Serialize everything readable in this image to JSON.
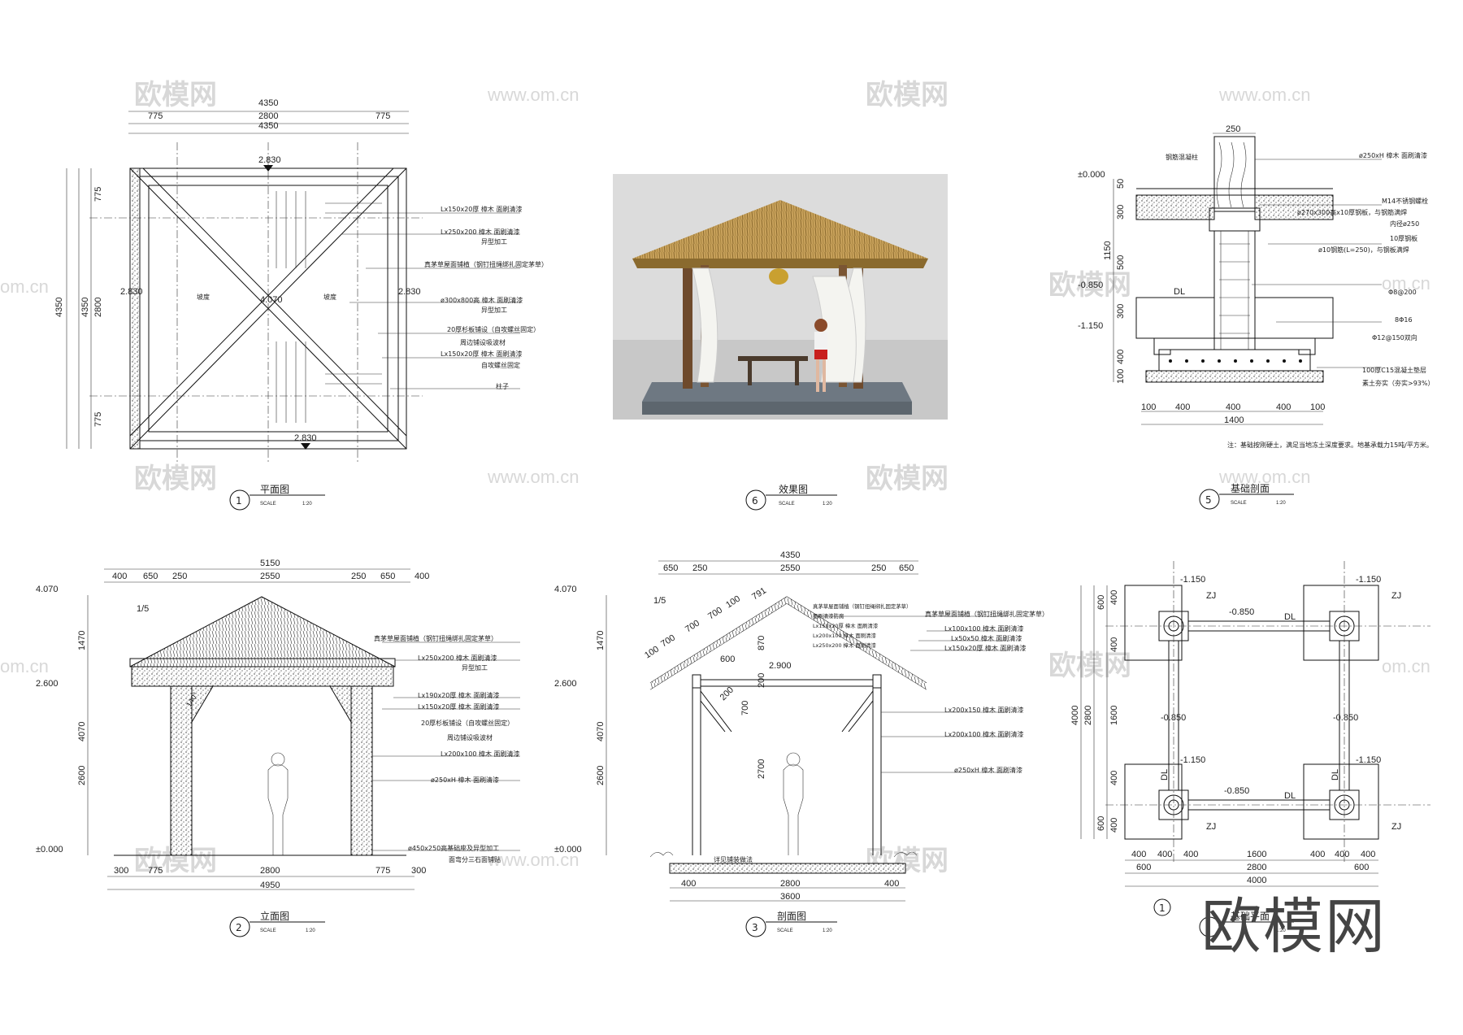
{
  "watermark": {
    "logo": "欧模网",
    "url": "www.om.cn",
    "url_partial": "om.cn"
  },
  "brand": "欧模网",
  "drawing1": {
    "title": "平面图",
    "num": "1",
    "scale_label": "SCALE",
    "scale": "1:20",
    "dims_top": [
      "4350",
      "775",
      "2800",
      "775",
      "4350"
    ],
    "dims_left": [
      "775",
      "4350",
      "2800",
      "4350",
      "775"
    ],
    "levels": [
      "2.830",
      "2.830",
      "2.830",
      "2.830",
      "4.070"
    ],
    "slope": "坡度",
    "notes": [
      "Lx150x20厚 樟木 面刷清漆",
      "Lx250x200 樟木 面刷清漆",
      "异型加工",
      "真茅草屋面铺植（钢钉扭绳绑扎固定茅草）",
      "ø300x800高 樟木 面刷清漆",
      "异型加工",
      "20厚杉板铺设（自攻螺丝固定）",
      "周边铺设吸波材",
      "Lx150x20厚 樟木 面刷清漆",
      "自攻螺丝固定",
      "柱子"
    ]
  },
  "drawing6": {
    "title": "效果图",
    "num": "6",
    "scale_label": "SCALE",
    "scale": "1:20"
  },
  "drawing5": {
    "title": "基础剖面",
    "num": "5",
    "scale_label": "SCALE",
    "scale": "1:20",
    "top_dim": "250",
    "levels": [
      "±0.000",
      "-0.850",
      "-1.150"
    ],
    "left_dims": [
      "50",
      "300",
      "1150",
      "500",
      "300",
      "400",
      "100"
    ],
    "bottom_dims": [
      "100",
      "400",
      "400",
      "400",
      "100",
      "1400"
    ],
    "dl": "DL",
    "label_left": "钢筋混凝柱",
    "notes": [
      "ø250xH 樟木 面刷清漆",
      "M14不锈钢螺栓",
      "ø270x300高x10厚钢板，与钢筋满焊",
      "内径ø250",
      "10厚钢板",
      "ø10钢筋(L=250)，与钢板满焊",
      "Φ8@200",
      "8Φ16",
      "Φ12@150双向",
      "100厚C15混凝土垫层",
      "素土夯实（夯实>93%）"
    ],
    "footnote": "注：基础按刚硬土，满足当地冻土深度要求。地基承载力15吨/平方米。"
  },
  "drawing2": {
    "title": "立面图",
    "num": "2",
    "scale_label": "SCALE",
    "scale": "1:20",
    "top_dims": [
      "5150",
      "400",
      "650",
      "250",
      "2550",
      "250",
      "650",
      "400"
    ],
    "levels": [
      "4.070",
      "2.600",
      "±0.000"
    ],
    "left_dims": [
      "1470",
      "4070",
      "2600"
    ],
    "bottom_dims": [
      "300",
      "775",
      "2800",
      "775",
      "300",
      "4950"
    ],
    "slope": "1/5",
    "angle": "140°",
    "notes": [
      "真茅草屋面铺植（钢钉扭绳绑扎固定茅草）",
      "Lx250x200 樟木 面刷清漆",
      "异型加工",
      "Lx190x20厚 樟木 面刷清漆",
      "Lx150x20厚 樟木 面刷清漆",
      "20厚杉板铺设（自攻螺丝固定）",
      "周边铺设吸波材",
      "Lx200x100 樟木 面刷清漆",
      "ø250xH 樟木 面刷清漆",
      "ø450x250高基础座及异型加工",
      "面弯分三石面铺贴"
    ]
  },
  "drawing3": {
    "title": "剖面图",
    "num": "3",
    "scale_label": "SCALE",
    "scale": "1:20",
    "top_dims": [
      "4350",
      "650",
      "250",
      "2550",
      "250",
      "650"
    ],
    "levels": [
      "4.070",
      "2.600",
      "±0.000"
    ],
    "left_dims": [
      "1470",
      "4070",
      "2600"
    ],
    "roof_dims": [
      "100",
      "700",
      "700",
      "700",
      "100",
      "791"
    ],
    "inner_dims": [
      "600",
      "2.900",
      "200",
      "870",
      "200",
      "700",
      "2700"
    ],
    "bottom_dims": [
      "400",
      "2800",
      "400",
      "3600"
    ],
    "slope": "1/5",
    "ground_note": "详见铺装做法",
    "top_notes": [
      "真茅草屋面铺植（钢钉扭绳绑扎固定茅草）",
      "面刷清漆防腐",
      "Lx150x20厚 樟木 面刷清漆",
      "Lx200x100 樟木 面刷清漆",
      "Lx250x200 樟木 面刷清漆"
    ],
    "notes": [
      "真茅草屋面铺植（钢钉扭绳绑扎固定茅草）",
      "Lx100x100 樟木 面刷清漆",
      "Lx50x50 樟木 面刷清漆",
      "Lx150x20厚 樟木 面刷清漆",
      "Lx200x150 樟木 面刷清漆",
      "Lx200x100 樟木 面刷清漆",
      "ø250xH 樟木 面刷清漆"
    ]
  },
  "drawing4": {
    "title": "基础平面",
    "num": "1",
    "scale": "1:20",
    "labels": [
      "-1.150",
      "-1.150",
      "-1.150",
      "-1.150",
      "-0.850",
      "-0.850",
      "-0.850",
      "-0.850",
      "ZJ",
      "ZJ",
      "ZJ",
      "ZJ",
      "DL",
      "DL",
      "DL",
      "DL"
    ],
    "left_dims": [
      "600",
      "400",
      "400",
      "4000",
      "2800",
      "1600",
      "400",
      "400",
      "600"
    ],
    "bottom_dims": [
      "400",
      "400",
      "400",
      "1600",
      "400",
      "400",
      "400",
      "600",
      "2800",
      "600",
      "4000"
    ]
  }
}
